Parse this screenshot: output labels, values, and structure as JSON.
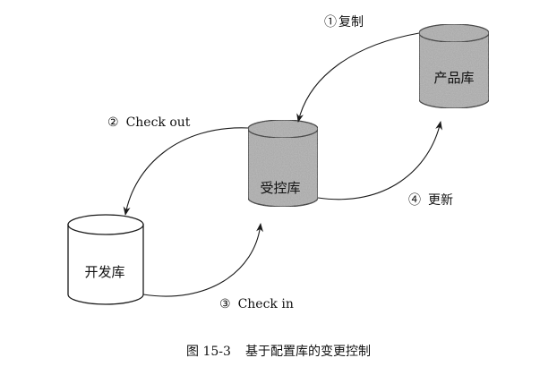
{
  "databases": {
    "product": {
      "label": "产品库",
      "shaded": true
    },
    "controlled": {
      "label": "受控库",
      "shaded": true
    },
    "development": {
      "label": "开发库",
      "shaded": false
    }
  },
  "steps": {
    "copy": {
      "number": "①",
      "label": "复制"
    },
    "checkout": {
      "number": "②",
      "label": "Check out"
    },
    "checkin": {
      "number": "③",
      "label": "Check in"
    },
    "update": {
      "number": "④",
      "label": "更新"
    }
  },
  "caption": {
    "figure_number": "图 15-3",
    "title": "基于配置库的变更控制"
  },
  "colors": {
    "line": "#1a1a1a",
    "shaded_fill": "#bdbdbd",
    "plain_fill": "#ffffff"
  }
}
